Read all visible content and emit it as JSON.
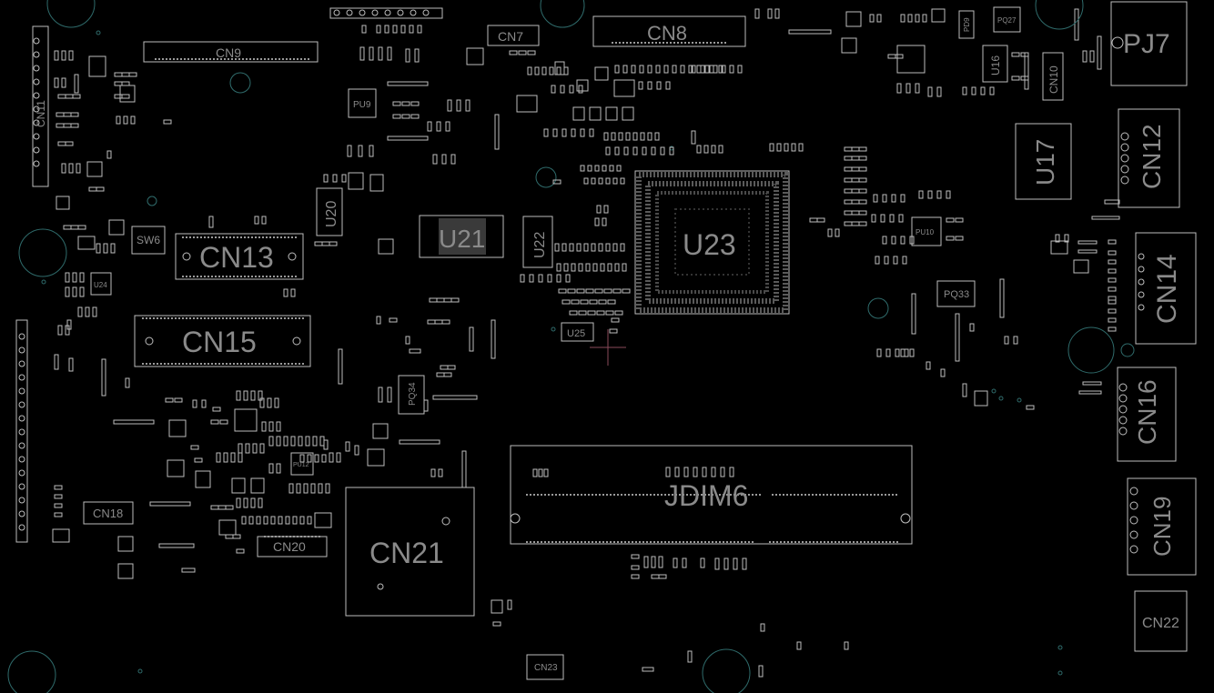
{
  "board": {
    "colors": {
      "background": "#000000",
      "outline": "#bdbdbd",
      "label": "#8a8a8a",
      "via": "#2f6b6b",
      "cursor": "#8a4a5a",
      "bga_fill": "#5a5a5a"
    }
  },
  "components": {
    "pj7": "PJ7",
    "cn8": "CN8",
    "cn9": "CN9",
    "cn7": "CN7",
    "cn11": "CN11",
    "cn12": "CN12",
    "cn13": "CN13",
    "cn14": "CN14",
    "cn15": "CN15",
    "cn16": "CN16",
    "cn18": "CN18",
    "cn19": "CN19",
    "cn20": "CN20",
    "cn21": "CN21",
    "cn22": "CN22",
    "cn23": "CN23",
    "cn10": "CN10",
    "u16": "U16",
    "u17": "U17",
    "u20": "U20",
    "u21": "U21",
    "u22": "U22",
    "u23": "U23",
    "u24": "U24",
    "u25": "U25",
    "sw6": "SW6",
    "jdim6": "JDIM6",
    "pu9": "PU9",
    "pu10": "PU10",
    "pq33": "PQ33",
    "pq34": "PQ34",
    "pq27": "PQ27",
    "pd9": "PD9",
    "pu12": "PU12"
  }
}
